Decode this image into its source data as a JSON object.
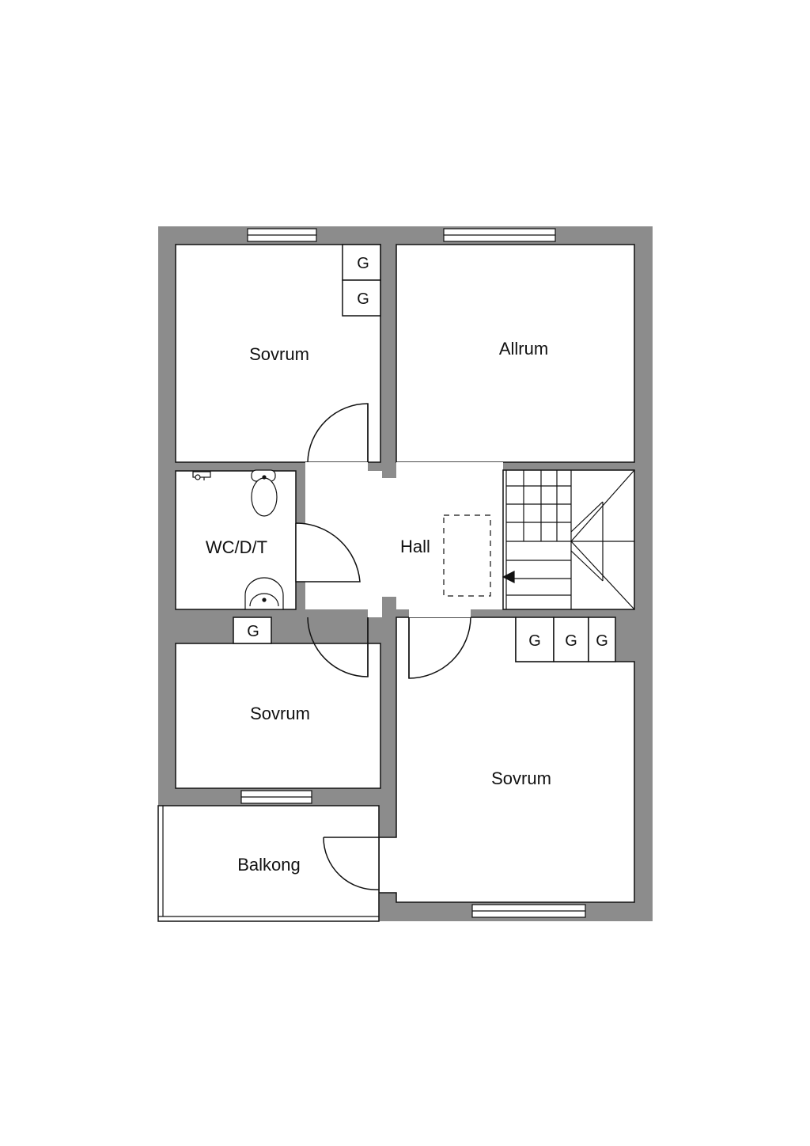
{
  "colors": {
    "wall": "#8c8c8c",
    "line": "#111111",
    "background": "#ffffff"
  },
  "rooms": {
    "sovrum_top": "Sovrum",
    "allrum": "Allrum",
    "wc": "WC/D/T",
    "hall": "Hall",
    "sovrum_mid": "Sovrum",
    "sovrum_right": "Sovrum",
    "balkong": "Balkong"
  },
  "storage_marker": "G",
  "icons": [
    "toilet-icon",
    "sink-icon",
    "faucet-icon",
    "staircase-icon",
    "window-icon",
    "door-swing-icon"
  ]
}
